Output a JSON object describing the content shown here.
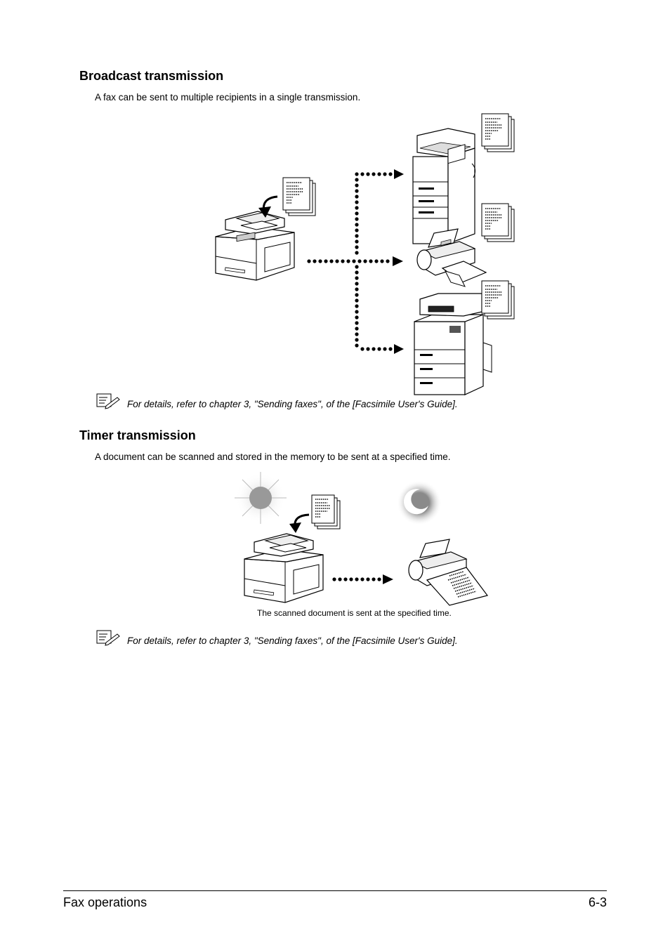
{
  "sections": [
    {
      "heading": "Broadcast transmission",
      "text": "A fax can be sent to multiple recipients in a single transmission.",
      "note": "For details, refer to chapter 3, \"Sending faxes\", of the [Facsimile User's Guide]."
    },
    {
      "heading": "Timer transmission",
      "text": "A document can be scanned and stored in the memory to be sent at a specified time.",
      "caption": "The scanned document is sent at the specified time.",
      "note": "For details, refer to chapter 3, \"Sending faxes\", of the [Facsimile User's Guide]."
    }
  ],
  "footer": {
    "section_title": "Fax operations",
    "page_number": "6-3"
  },
  "icons": [
    "note-pencil-icon",
    "mfp-printer-icon",
    "copier-icon",
    "fax-machine-icon",
    "document-stack-icon",
    "sun-icon",
    "moon-icon",
    "arrow-icon"
  ]
}
